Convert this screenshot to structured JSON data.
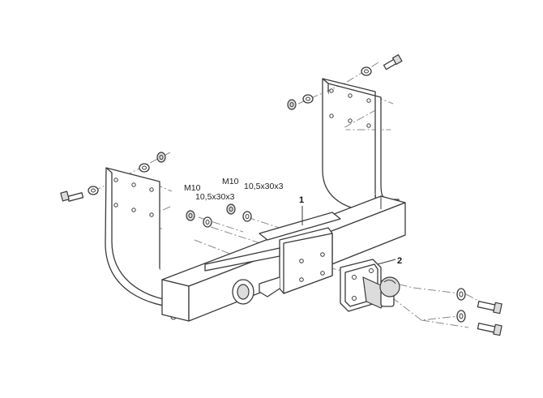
{
  "labels": {
    "m10_left": "M10",
    "washer_left": "10,5x30x3",
    "m10_right": "M10",
    "washer_right": "10,5x30x3"
  },
  "callouts": {
    "part_1": "1",
    "part_2": "2"
  },
  "colors": {
    "line": "#3a3a3a",
    "centerline": "#8a8a8a",
    "fill": "#ffffff",
    "shade": "#dcdcdc"
  }
}
